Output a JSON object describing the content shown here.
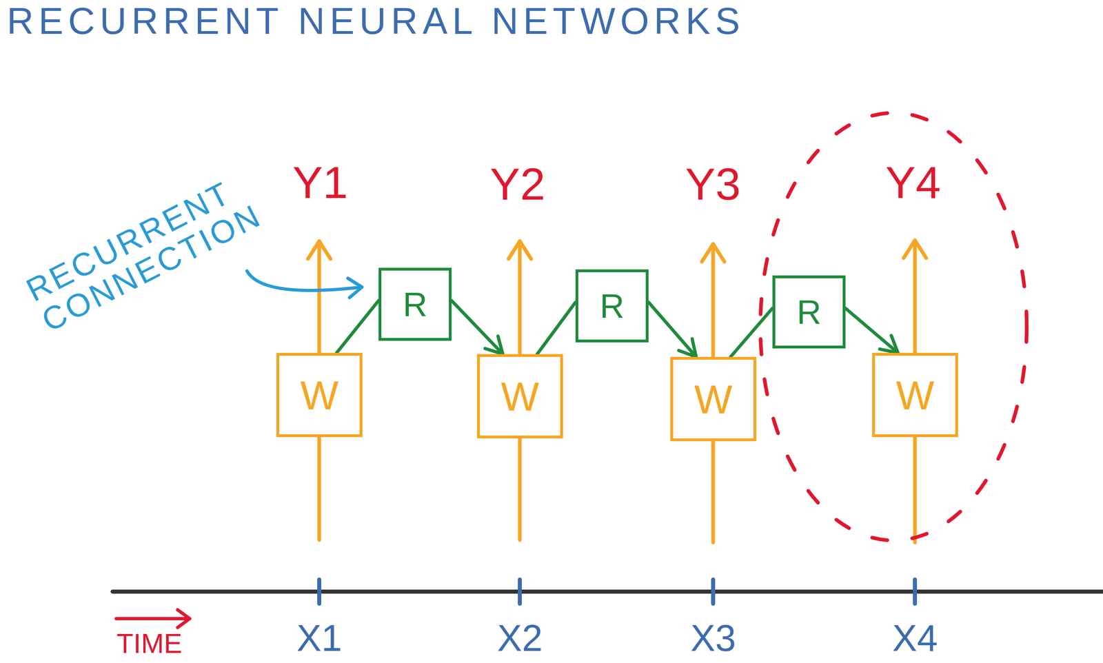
{
  "diagram": {
    "title": "RECURRENT NEURAL NETWORKS",
    "nodes": [
      {
        "text": [
          "W"
        ]
      },
      {
        "text": [
          "R"
        ]
      },
      {
        "text": [
          "W"
        ]
      },
      {
        "text": [
          "R"
        ]
      },
      {
        "text": [
          "W"
        ]
      },
      {
        "text": [
          "R"
        ]
      },
      {
        "text": [
          "W"
        ]
      }
    ],
    "edges": [
      {
        "from": 0,
        "to": 1,
        "arrow": "none"
      },
      {
        "from": 1,
        "to": 2,
        "arrow": "to"
      },
      {
        "from": 2,
        "to": 3,
        "arrow": "none"
      },
      {
        "from": 3,
        "to": 4,
        "arrow": "to"
      },
      {
        "from": 4,
        "to": 5,
        "arrow": "none"
      },
      {
        "from": 5,
        "to": 6,
        "arrow": "to"
      }
    ],
    "labels": [
      "RECURRENT CONNECTION",
      "Y1",
      "Y2",
      "Y3",
      "Y4",
      "X1",
      "X2",
      "X3",
      "X4",
      "TIME"
    ]
  }
}
